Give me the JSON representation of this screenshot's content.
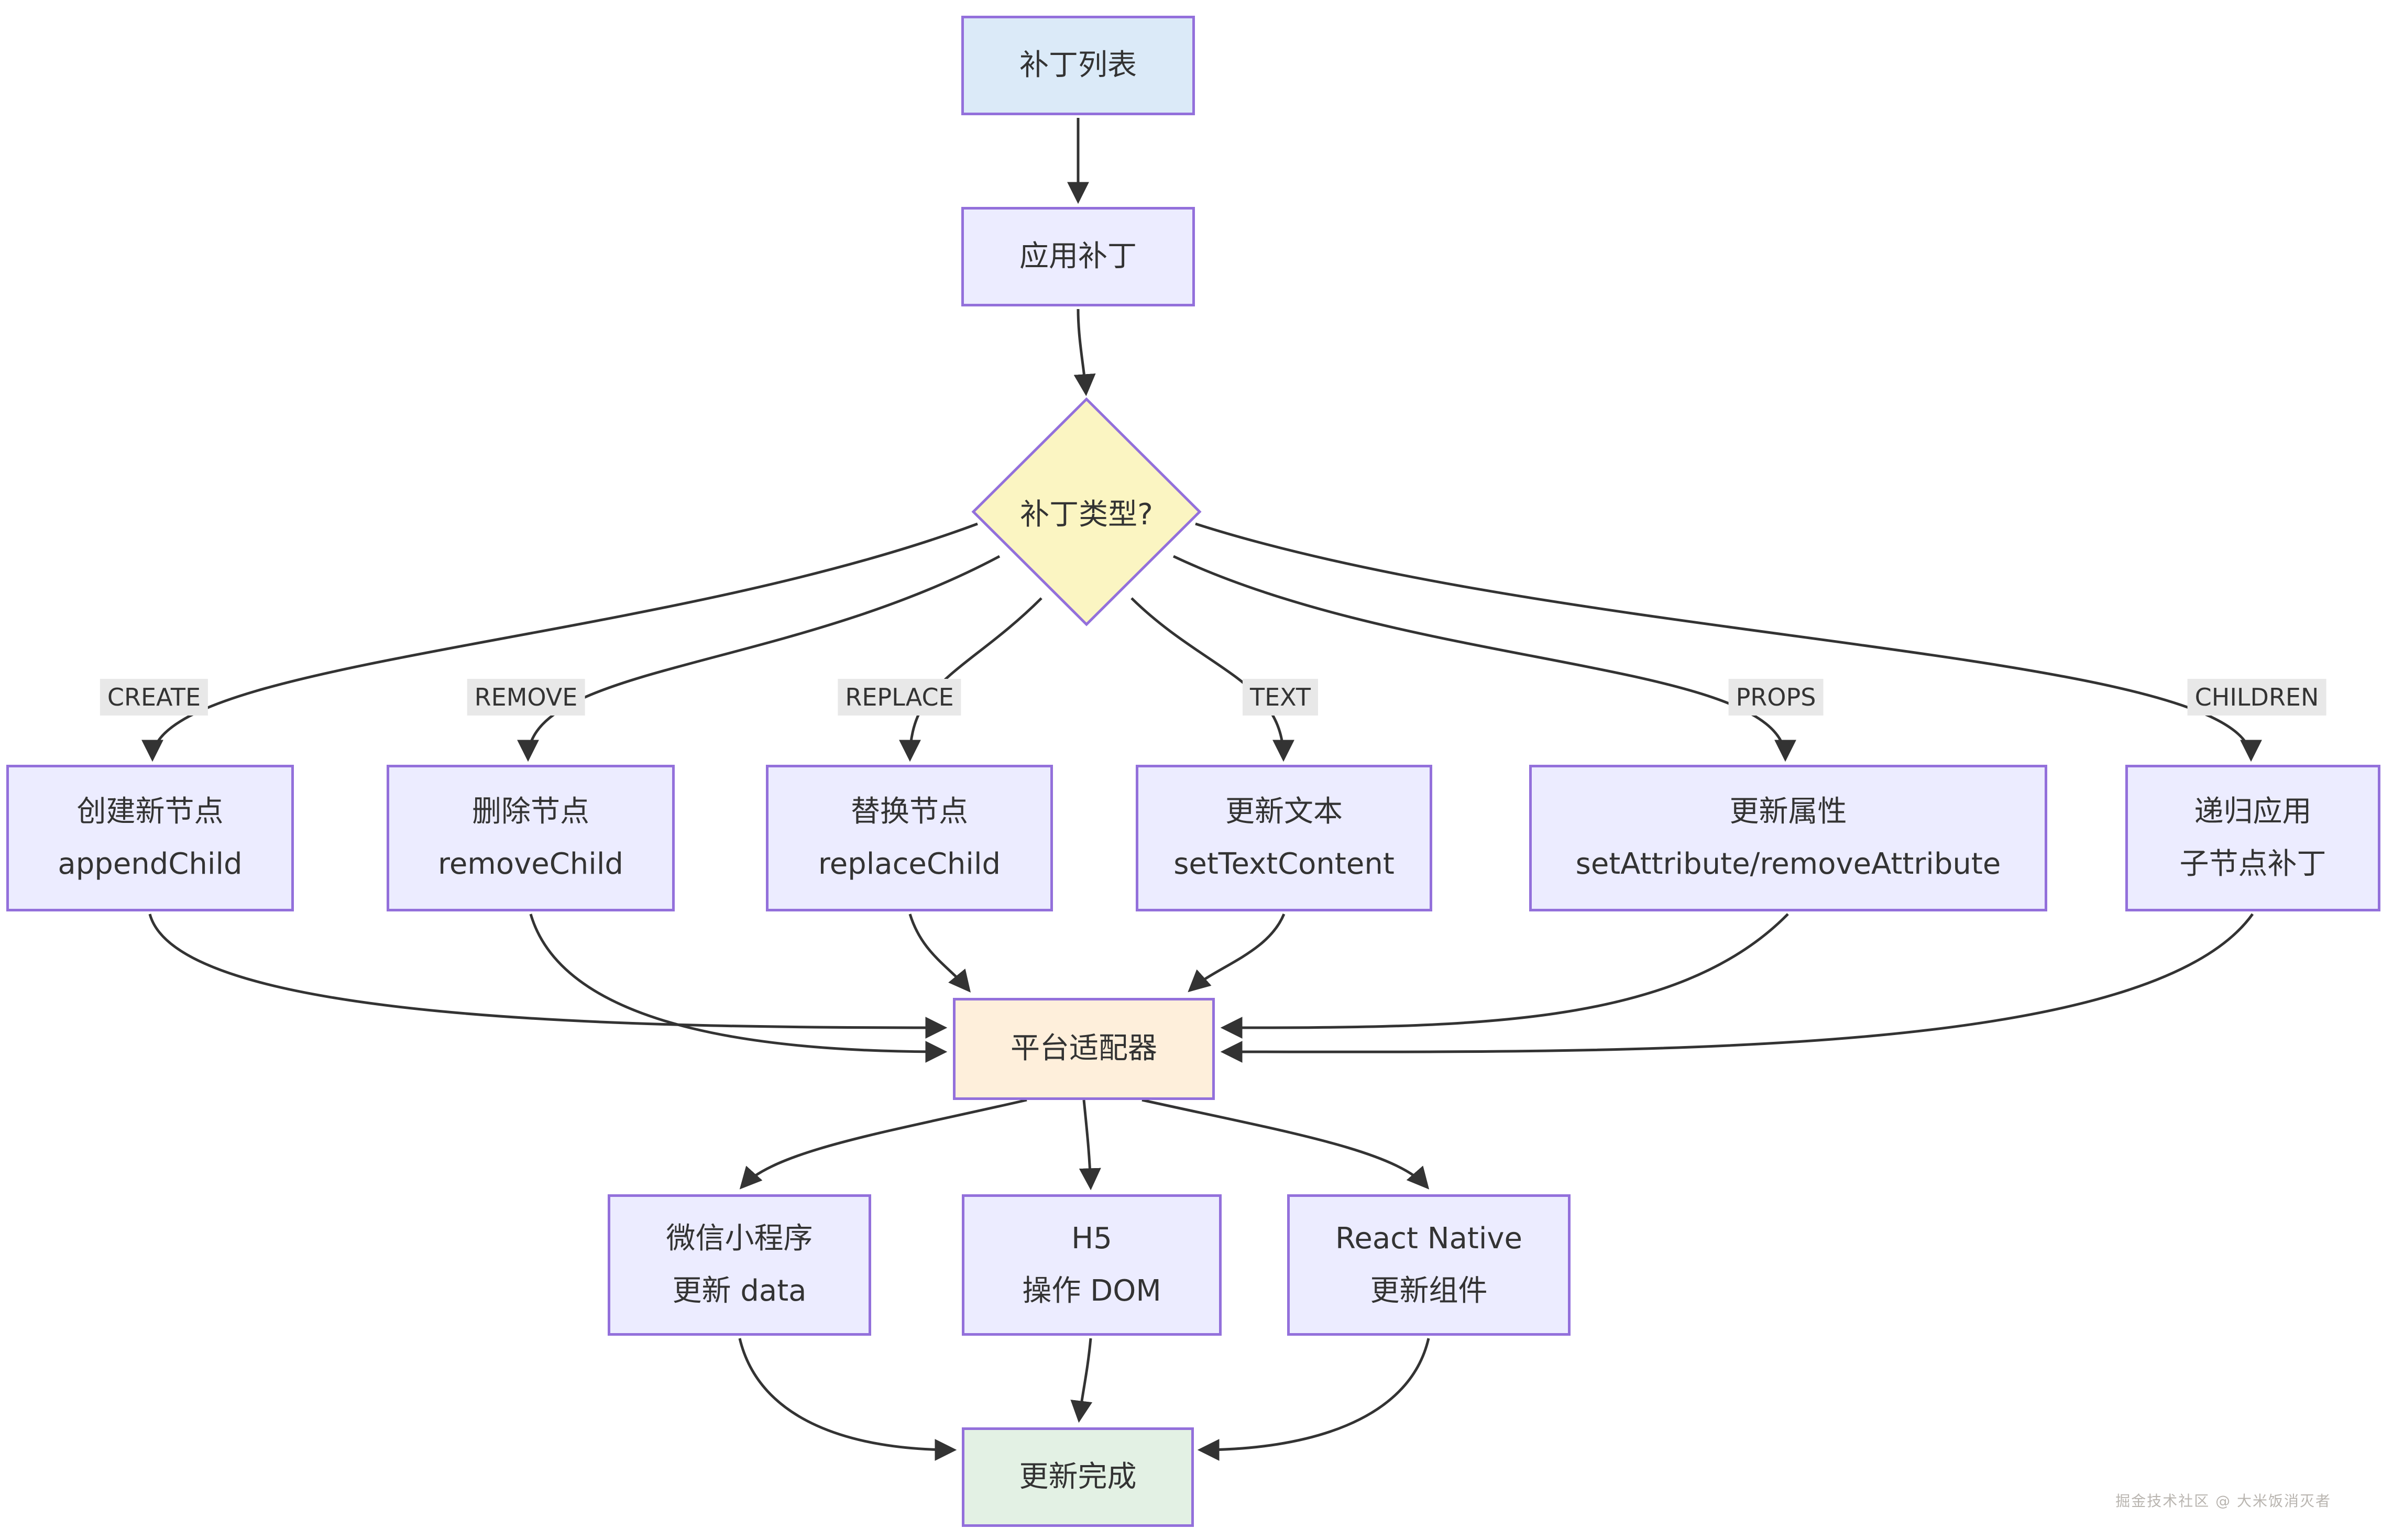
{
  "nodes": {
    "patch_list": {
      "label": "补丁列表"
    },
    "apply_patch": {
      "label": "应用补丁"
    },
    "patch_type": {
      "label": "补丁类型?"
    },
    "create": {
      "line1": "创建新节点",
      "line2": "appendChild"
    },
    "remove": {
      "line1": "删除节点",
      "line2": "removeChild"
    },
    "replace": {
      "line1": "替换节点",
      "line2": "replaceChild"
    },
    "text": {
      "line1": "更新文本",
      "line2": "setTextContent"
    },
    "props": {
      "line1": "更新属性",
      "line2": "setAttribute/removeAttribute"
    },
    "children": {
      "line1": "递归应用",
      "line2": "子节点补丁"
    },
    "adapter": {
      "label": "平台适配器"
    },
    "weapp": {
      "line1": "微信小程序",
      "line2": "更新 data"
    },
    "h5": {
      "line1": "H5",
      "line2": "操作 DOM"
    },
    "react_native": {
      "line1": "React Native",
      "line2": "更新组件"
    },
    "done": {
      "label": "更新完成"
    }
  },
  "edge_labels": {
    "create": "CREATE",
    "remove": "REMOVE",
    "replace": "REPLACE",
    "text": "TEXT",
    "props": "PROPS",
    "children": "CHILDREN"
  },
  "watermark": "掘金技术社区 @ 大米饭消灭者",
  "colors": {
    "edge_color": "#333333",
    "node_border": "#9370DB",
    "node_fill": "#ECECFF",
    "start_fill": "#DBEAF8",
    "decision_fill": "#FBF5C2",
    "adapter_fill": "#FEEFDB",
    "done_fill": "#E3F1E4",
    "edge_label_bg": "#E8E8E8",
    "text_color": "#333333"
  }
}
